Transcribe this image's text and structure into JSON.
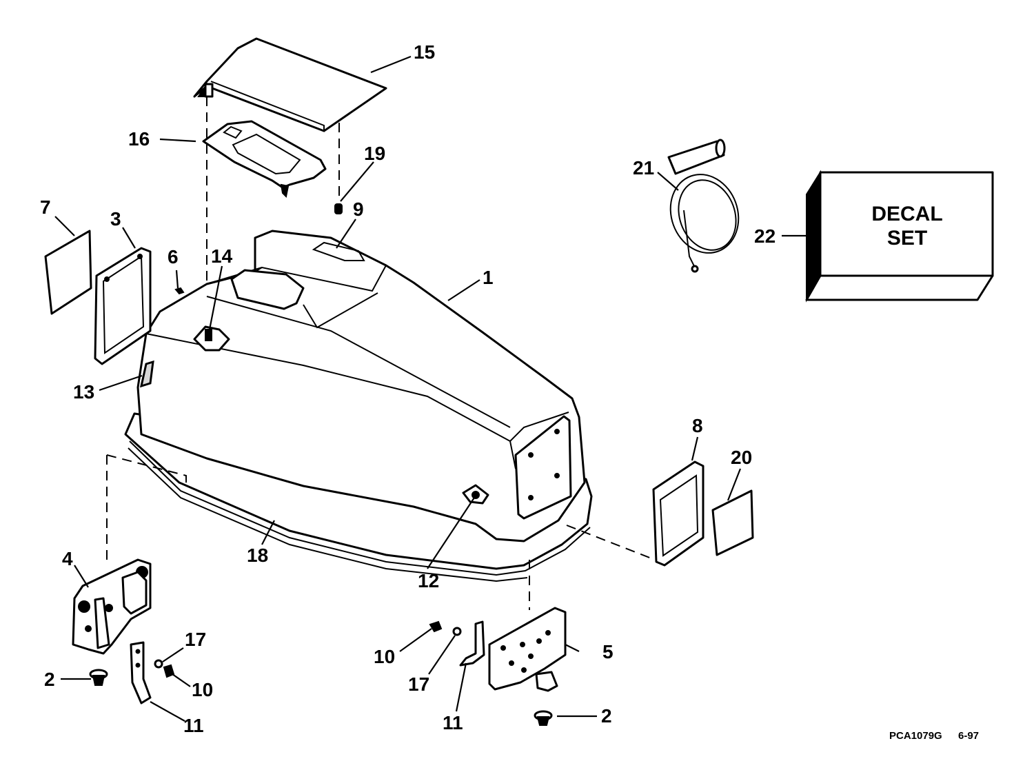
{
  "callouts": {
    "c1": "1",
    "c2a": "2",
    "c2b": "2",
    "c3": "3",
    "c4": "4",
    "c5": "5",
    "c6": "6",
    "c7": "7",
    "c8": "8",
    "c9": "9",
    "c10a": "10",
    "c10b": "10",
    "c11a": "11",
    "c11b": "11",
    "c12": "12",
    "c13": "13",
    "c14": "14",
    "c15": "15",
    "c16": "16",
    "c17a": "17",
    "c17b": "17",
    "c18": "18",
    "c19": "19",
    "c20": "20",
    "c21": "21",
    "c22": "22"
  },
  "decal_box": {
    "line1": "DECAL",
    "line2": "SET"
  },
  "footer": {
    "part_code": "PCA1079G",
    "date_code": "6-97"
  }
}
